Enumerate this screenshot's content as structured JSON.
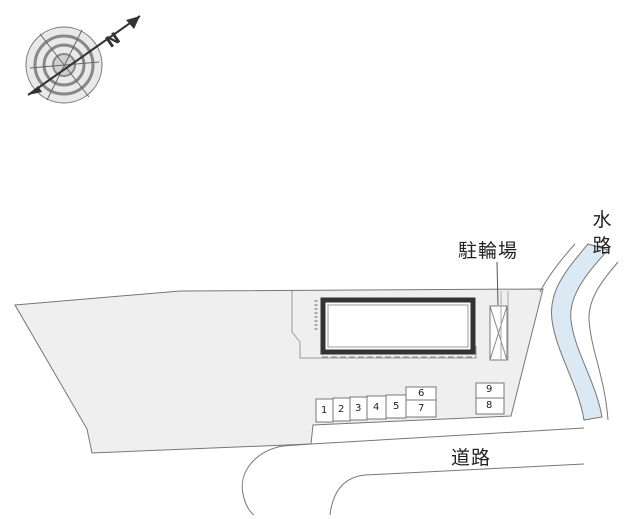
{
  "compass": {
    "letter": "N",
    "icon": "north-compass-icon"
  },
  "labels": {
    "bicycle_parking": "駐輪場",
    "waterway": [
      "水",
      "路"
    ],
    "road": "道路"
  },
  "parking_slots_lower": [
    "1",
    "2",
    "3",
    "4",
    "5",
    "7"
  ],
  "parking_slot_upper_left": "6",
  "parking_slots_right": [
    "9",
    "8"
  ],
  "colors": {
    "lot_fill": "#efefef",
    "line": "#777777",
    "building": "#333333",
    "water": "#dbe9f5"
  }
}
